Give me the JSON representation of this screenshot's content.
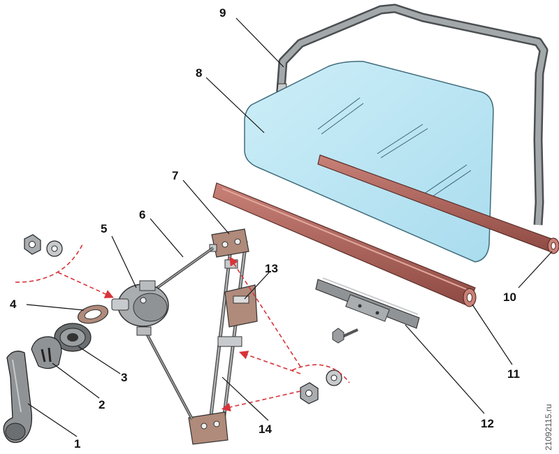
{
  "callouts": {
    "c1": "1",
    "c2": "2",
    "c3": "3",
    "c4": "4",
    "c5": "5",
    "c6": "6",
    "c7": "7",
    "c8": "8",
    "c9": "9",
    "c10": "10",
    "c11": "11",
    "c12": "12",
    "c13": "13",
    "c14": "14"
  },
  "watermark": "21092115.ru",
  "colors": {
    "glass": "#b9e4f3",
    "glass_edge": "#4a7d8f",
    "seal_red": "#b36a63",
    "seal_dark": "#6e3a35",
    "frame_gray": "#8f9396",
    "metal": "#a9adb0",
    "arrow_red": "#d8333a"
  }
}
